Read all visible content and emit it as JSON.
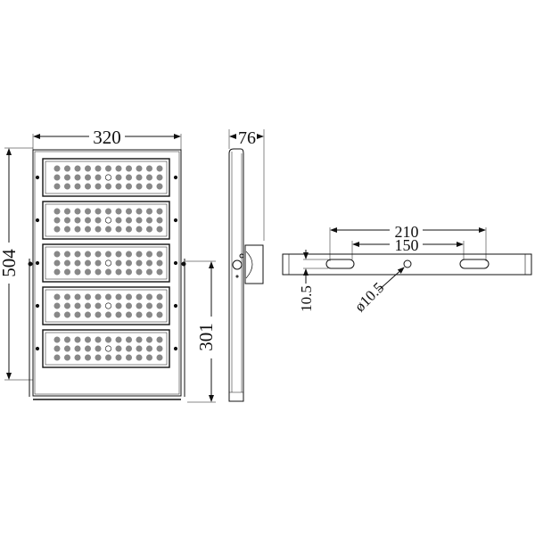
{
  "dimensions": {
    "width": "320",
    "depth": "76",
    "height": "504",
    "bracket_pivot_height": "301",
    "slot_outer_spacing": "210",
    "slot_inner_spacing": "150",
    "slot_width": "10.5",
    "hole_diameter": "ø10.5"
  },
  "views": {
    "front": {
      "module_count": 5,
      "led_rows_per_module": 3,
      "led_columns_per_module": 11
    },
    "side": {},
    "bracket": {}
  },
  "colors": {
    "line": "#111111",
    "led": "#888888"
  }
}
